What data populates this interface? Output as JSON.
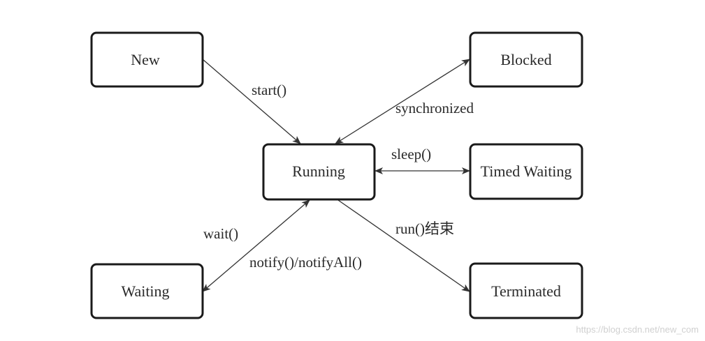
{
  "states": {
    "new": "New",
    "blocked": "Blocked",
    "running": "Running",
    "timed_waiting": "Timed Waiting",
    "waiting": "Waiting",
    "terminated": "Terminated"
  },
  "transitions": {
    "start": "start()",
    "synchronized": "synchronized",
    "sleep": "sleep()",
    "run_end": "run()结束",
    "wait": "wait()",
    "notify": "notify()/notifyAll()"
  },
  "watermark": "https://blog.csdn.net/new_com"
}
